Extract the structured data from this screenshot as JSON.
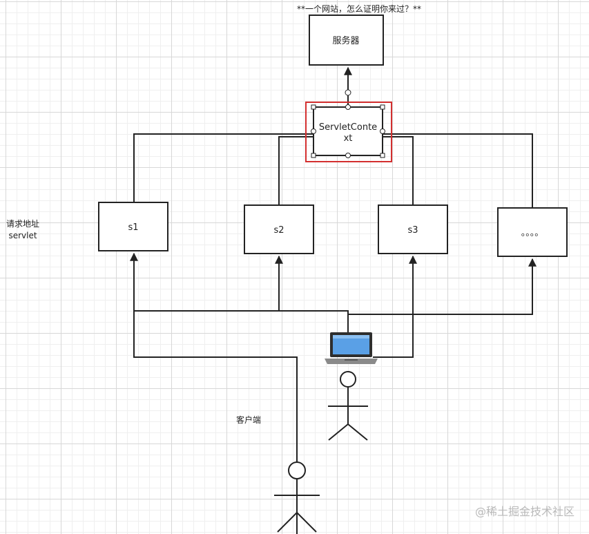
{
  "title": "**一个网站，怎么证明你来过？**",
  "nodes": {
    "server": "服务器",
    "context_line1": "ServletConte",
    "context_line2": "xt",
    "s1": "s1",
    "s2": "s2",
    "s3": "s3",
    "more": "。。。。"
  },
  "labels": {
    "request_line1": "请求地址",
    "request_line2": "servlet",
    "client": "客户端"
  },
  "watermark": "@稀土掘金技术社区",
  "colors": {
    "line": "#222222",
    "selection": "#d32f2f",
    "grid": "#d7d7d7",
    "laptop_screen": "#5aa0e6"
  },
  "icons": [
    "laptop-icon",
    "person-icon"
  ]
}
